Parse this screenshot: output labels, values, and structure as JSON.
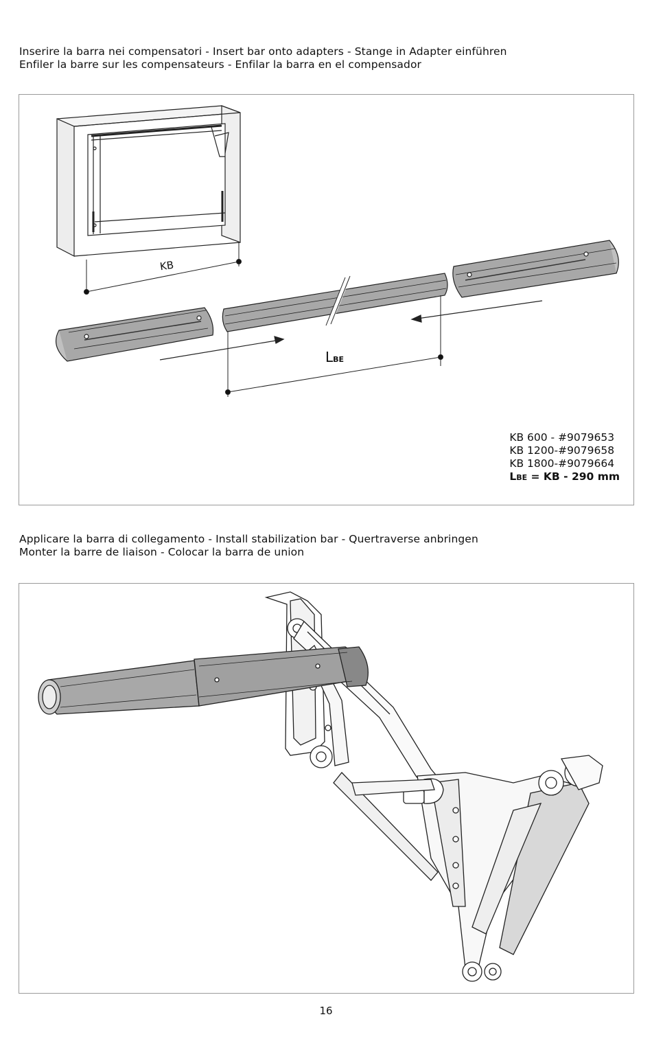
{
  "section1": {
    "caption_line1": "Inserire la barra nei compensatori - Insert bar onto adapters - Stange in Adapter einführen",
    "caption_line2": "Enfiler la barre sur les compensateurs - Enfilar la barra en el compensador",
    "dimension_kb": "KB",
    "dimension_lbe_main": "L",
    "dimension_lbe_sub": "BE",
    "codes": [
      "KB 600 - #9079653",
      "KB 1200-#9079658",
      "KB 1800-#9079664"
    ],
    "formula_main": "L",
    "formula_sub": "BE",
    "formula_rest": " = KB - 290 mm"
  },
  "section2": {
    "caption_line1": "Applicare la barra di collegamento - Install stabilization bar - Quertraverse anbringen",
    "caption_line2": "Monter la barre de liaison - Colocar la barra de union"
  },
  "page_number": "16",
  "colors": {
    "line": "#222222",
    "tube_fill": "#a8a8a8",
    "tube_light": "#c8c8c8",
    "border": "#9a9a9a"
  }
}
